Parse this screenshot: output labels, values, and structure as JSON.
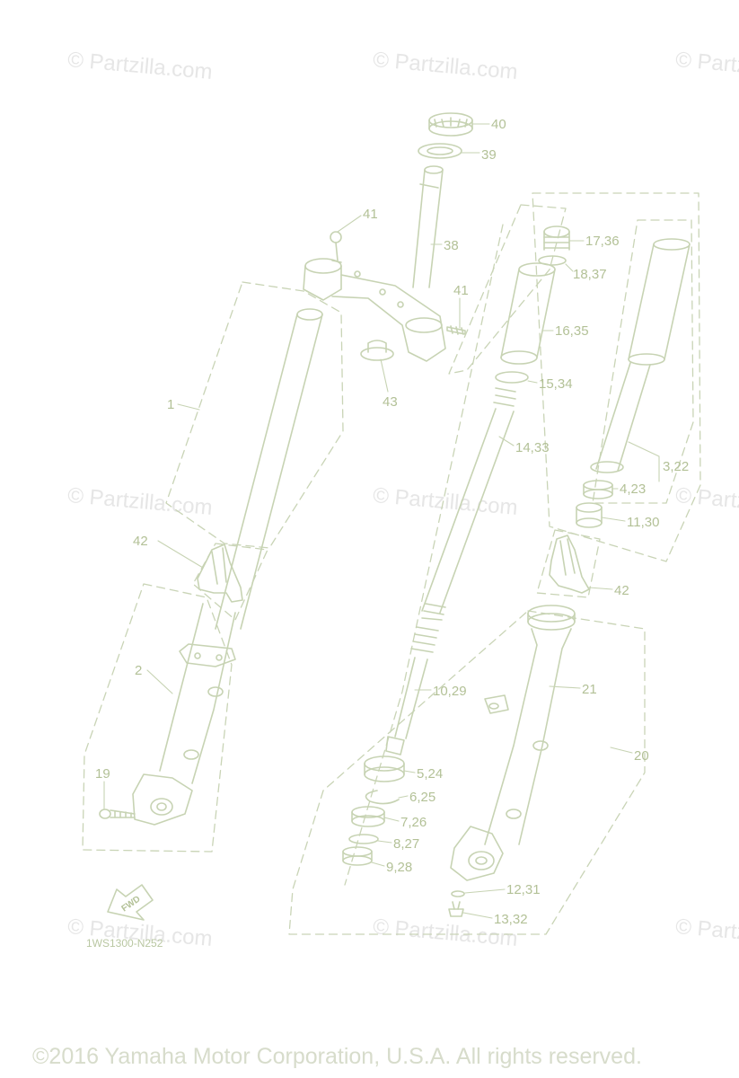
{
  "watermark": "© Partzilla.com",
  "diagram_id": "1WS1300-N252",
  "fwd_label": "FWD",
  "copyright": "©2016 Yamaha Motor Corporation, U.S.A. All rights reserved.",
  "colors": {
    "line": "#c7d3b3",
    "label": "#b3c197",
    "dash": "#c9d4b6",
    "watermark": "#e6e6e6"
  },
  "callouts": {
    "c40": "40",
    "c39": "39",
    "c41a": "41",
    "c38": "38",
    "c41b": "41",
    "c43": "43",
    "c1": "1",
    "c42a": "42",
    "c2": "2",
    "c19": "19",
    "c17_36": "17,36",
    "c18_37": "18,37",
    "c16_35": "16,35",
    "c15_34": "15,34",
    "c14_33": "14,33",
    "c10_29": "10,29",
    "c5_24": "5,24",
    "c6_25": "6,25",
    "c7_26": "7,26",
    "c8_27": "8,27",
    "c9_28": "9,28",
    "c3_22": "3,22",
    "c4_23": "4,23",
    "c11_30": "11,30",
    "c42b": "42",
    "c21": "21",
    "c20": "20",
    "c12_31": "12,31",
    "c13_32": "13,32"
  }
}
